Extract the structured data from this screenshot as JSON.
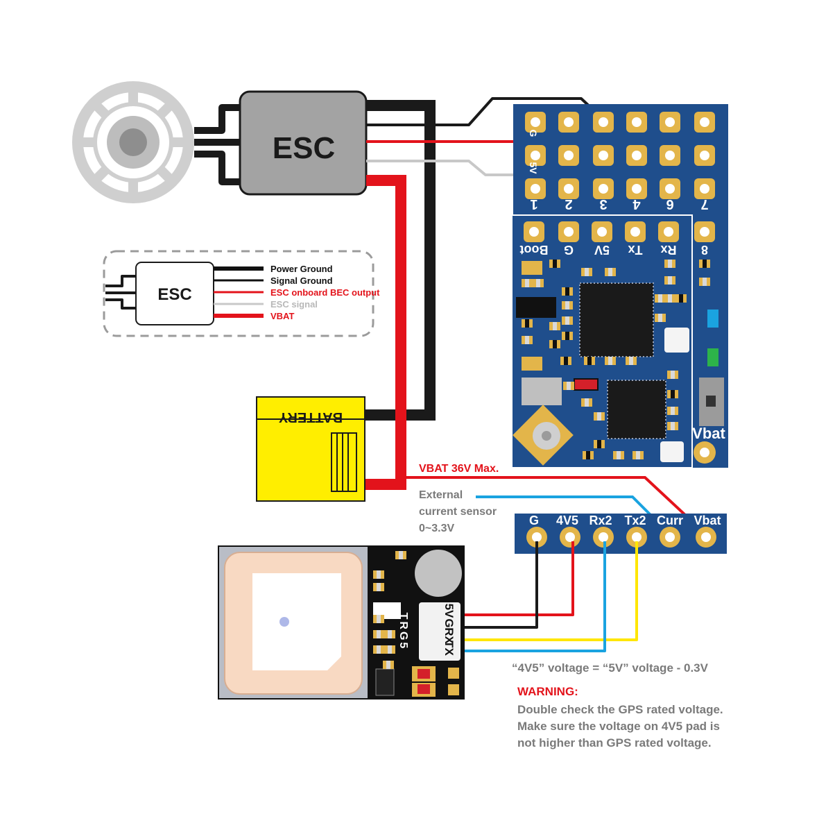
{
  "esc_main": {
    "label": "ESC"
  },
  "legend": {
    "esc_label": "ESC",
    "items": [
      {
        "text": "Power Ground",
        "color": "#111111"
      },
      {
        "text": "Signal Ground",
        "color": "#111111"
      },
      {
        "text": "ESC onboard BEC output",
        "color": "#e3131b"
      },
      {
        "text": "ESC signal",
        "color": "#b8b8b8"
      },
      {
        "text": "VBAT",
        "color": "#e3131b"
      }
    ]
  },
  "battery": {
    "label": "BATTERY"
  },
  "fc": {
    "bottom_row_labels": [
      "1",
      "2",
      "3",
      "4",
      "6",
      "7"
    ],
    "left_pin_labels": [
      "G",
      "5V"
    ],
    "pad_labels": [
      "Boot",
      "G",
      "5V",
      "Tx",
      "Rx",
      "8"
    ],
    "vbat_label": "Vbat"
  },
  "connector": {
    "pin_labels": [
      "G",
      "4V5",
      "Rx2",
      "Tx2",
      "Curr",
      "Vbat"
    ]
  },
  "annotations": {
    "vbat_max": "VBAT  36V Max.",
    "current_sensor": [
      "External",
      "current sensor",
      "0~3.3V"
    ],
    "voltage_note": "“4V5” voltage = “5V” voltage - 0.3V",
    "warning_title": "WARNING:",
    "warning_lines": [
      "Double check the GPS rated voltage.",
      "Make sure the voltage on 4V5 pad is",
      "not higher than GPS rated voltage."
    ]
  },
  "gps": {
    "model": "TRG5",
    "pin_labels": [
      "5V",
      "G",
      "RX",
      "TX"
    ]
  },
  "colors": {
    "board_blue": "#1f4e8c",
    "pad_gold": "#e3b54a",
    "wire_red": "#e3131b",
    "wire_black": "#1a1a1a",
    "wire_white": "#c8c8c8",
    "wire_blue": "#1aa3e0",
    "wire_yellow": "#ffe600",
    "esc_gray": "#a3a3a3",
    "battery_yellow": "#ffee00",
    "text_gray": "#7a7a7a"
  }
}
